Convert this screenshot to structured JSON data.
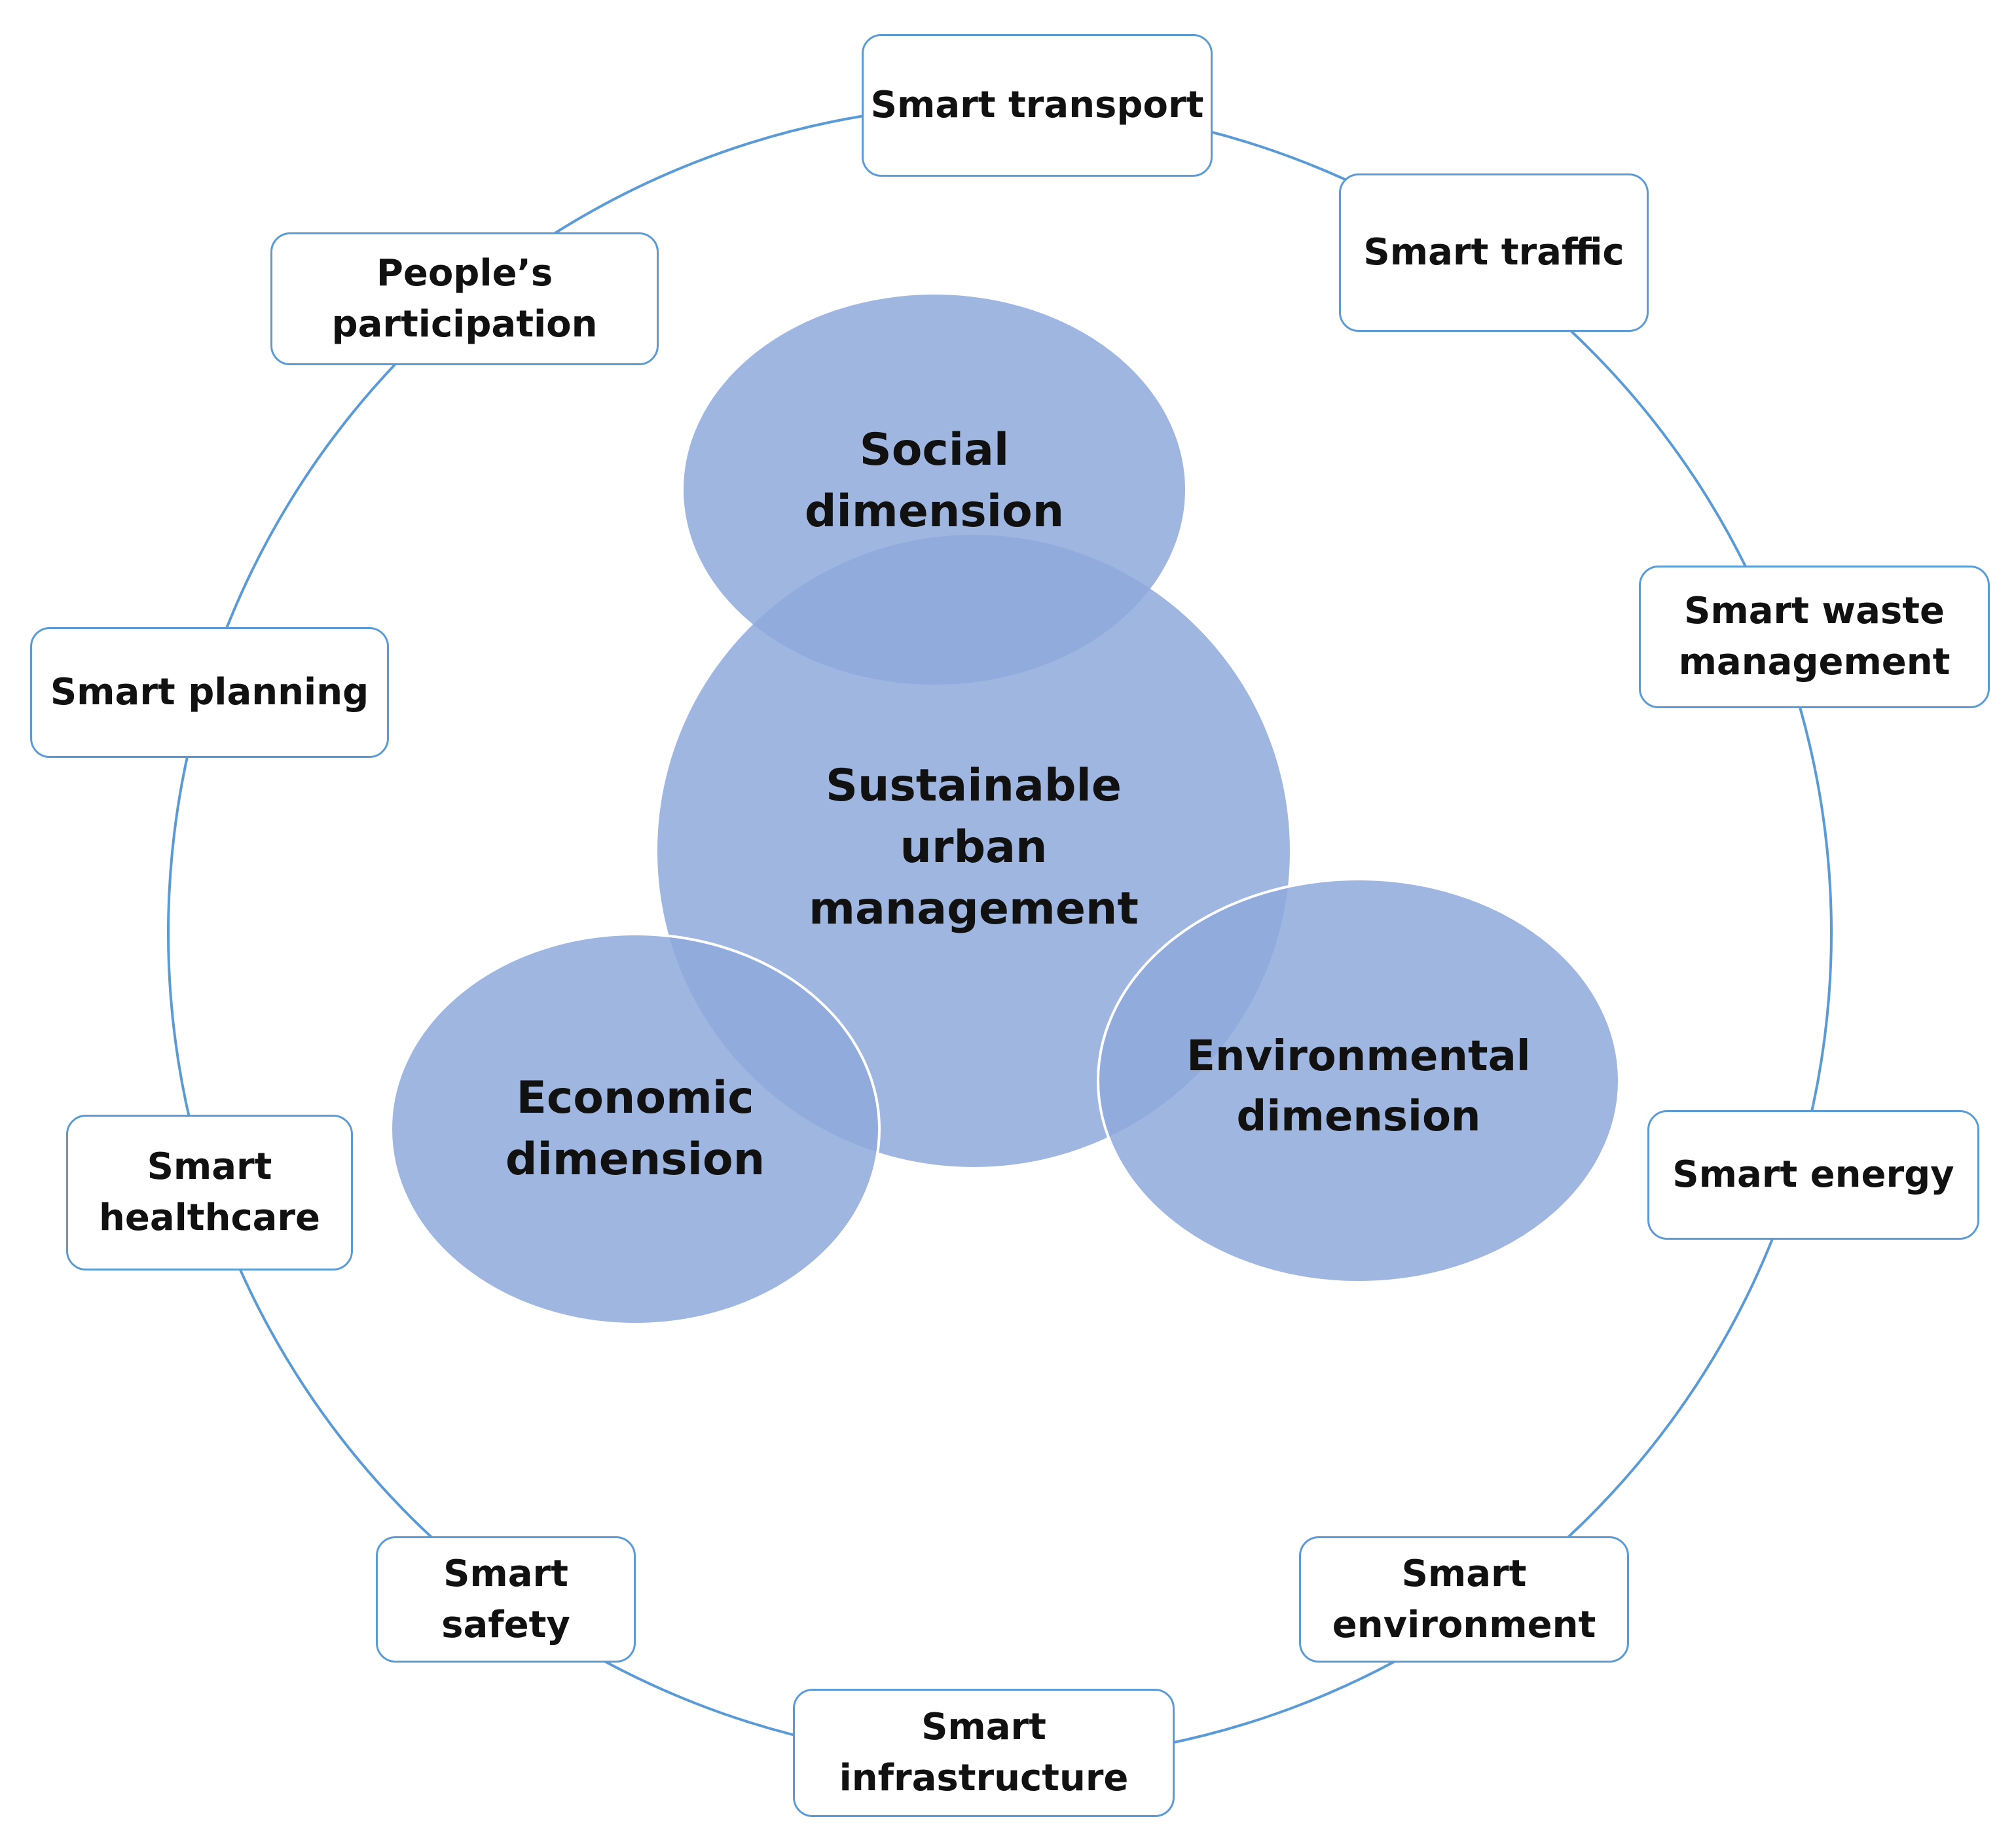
{
  "colors": {
    "ring": "#5b9bd5",
    "circle_fill": "#8eaadb",
    "circle_overlap": "#7094d0",
    "box_border": "#5b9bd5",
    "text": "#111111"
  },
  "center": {
    "core": "Sustainable\nurban\nmanagement",
    "social": "Social\ndimension",
    "economic": "Economic\ndimension",
    "environmental": "Environmental\ndimension"
  },
  "nodes": {
    "smart_transport": "Smart transport",
    "smart_traffic": "Smart traffic",
    "smart_waste_management": "Smart waste\nmanagement",
    "smart_energy": "Smart energy",
    "smart_environment": "Smart\nenvironment",
    "smart_infrastructure": "Smart\ninfrastructure",
    "smart_safety": "Smart\nsafety",
    "smart_healthcare": "Smart\nhealthcare",
    "smart_planning": "Smart planning",
    "peoples_participation": "People’s\nparticipation"
  }
}
